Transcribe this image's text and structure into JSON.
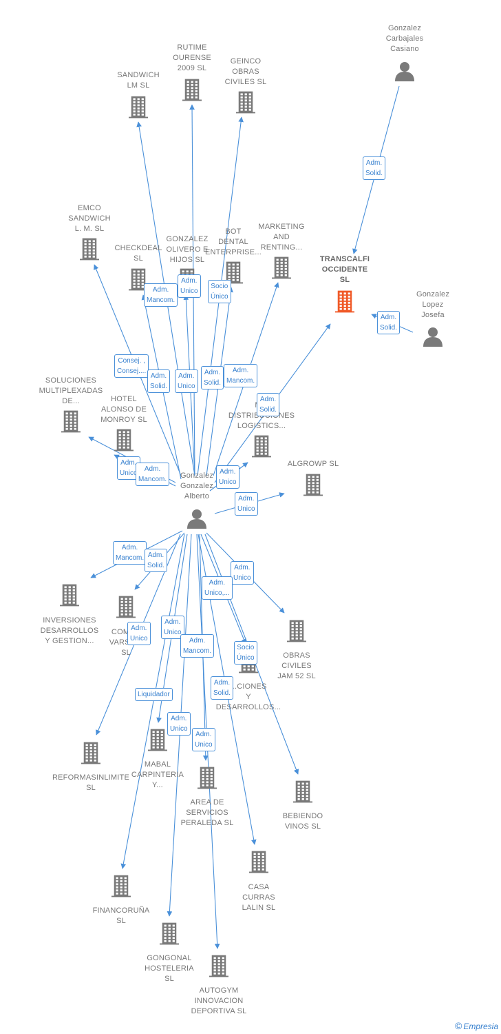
{
  "colors": {
    "edge": "#4a90d9",
    "building": "#7a7a7a",
    "focus_building": "#f05a28",
    "person": "#7a7a7a"
  },
  "central": {
    "name": "Gonzalez\nGonzalez\nAlberto"
  },
  "focus": {
    "name": "TRANSCALFI\nOCCIDENTE\nSL"
  },
  "persons": [
    {
      "name": "Gonzalez\nCarbajales\nCasiano"
    },
    {
      "name": "Gonzalez\nLopez\nJosefa"
    }
  ],
  "companies": [
    {
      "name": "SANDWICH\nLM  SL"
    },
    {
      "name": "RUTIME\nOURENSE\n2009  SL"
    },
    {
      "name": "GEINCO\nOBRAS\nCIVILES SL"
    },
    {
      "name": "EMCO\nSANDWICH\nL. M.  SL"
    },
    {
      "name": "CHECKDEAL\nSL"
    },
    {
      "name": "GONZALEZ\nOLIVERO E\nHIJOS  SL"
    },
    {
      "name": "BOT\nDENTAL\nENTERPRISE..."
    },
    {
      "name": "MARKETING\nAND\nRENTING..."
    },
    {
      "name": "SOLUCIONES\nMULTIPLEXADAS\nDE..."
    },
    {
      "name": "HOTEL\nALONSO DE\nMONROY SL"
    },
    {
      "name": "M...\nDISTRIBUCIONES\nLOGISTICS..."
    },
    {
      "name": "ALGROWP  SL"
    },
    {
      "name": "INVERSIONES\nDESARROLLOS\nY GESTION..."
    },
    {
      "name": "COMP...\nVARSO...\nSL"
    },
    {
      "name": "OBRAS\nCIVILES\nJAM 52 SL"
    },
    {
      "name": "...CIONES\nY\nDESARROLLOS..."
    },
    {
      "name": "REFORMASINLIMITE\nSL"
    },
    {
      "name": "MABAL\nCARPINTERIA\nY..."
    },
    {
      "name": "AREA DE\nSERVICIOS\nPERALEDA SL"
    },
    {
      "name": "BEBIENDO\nVINOS  SL"
    },
    {
      "name": "CASA\nCURRAS\nLALIN  SL"
    },
    {
      "name": "FINANCORUÑA\nSL"
    },
    {
      "name": "GONGONAL\nHOSTELERIA\nSL"
    },
    {
      "name": "AUTOGYM\nINNOVACION\nDEPORTIVA  SL"
    }
  ],
  "roles": [
    {
      "label": "Adm.\nSolid."
    },
    {
      "label": "Adm.\nSolid."
    },
    {
      "label": "Adm.\nMancom."
    },
    {
      "label": "Adm.\nUnico"
    },
    {
      "label": "Socio\nÚnico"
    },
    {
      "label": "Consej. ,\nConsej...."
    },
    {
      "label": "Adm.\nSolid."
    },
    {
      "label": "Adm.\nUnico"
    },
    {
      "label": "Adm.\nSolid."
    },
    {
      "label": "Adm.\nMancom."
    },
    {
      "label": "Adm.\nSolid."
    },
    {
      "label": "Adm.\nUnico"
    },
    {
      "label": "Adm.\nMancom."
    },
    {
      "label": "Adm.\nUnico"
    },
    {
      "label": "Adm.\nUnico"
    },
    {
      "label": "Adm.\nMancom."
    },
    {
      "label": "Adm.\nSolid."
    },
    {
      "label": "Adm.\nUnico"
    },
    {
      "label": "Adm.\nUnico,..."
    },
    {
      "label": "Adm.\nUnico"
    },
    {
      "label": "Adm.\nUnico"
    },
    {
      "label": "Adm.\nMancom."
    },
    {
      "label": "Socio\nÚnico"
    },
    {
      "label": "Liquidador"
    },
    {
      "label": "Adm.\nSolid."
    },
    {
      "label": "Adm.\nUnico"
    },
    {
      "label": "Adm.\nUnico"
    }
  ],
  "brand": {
    "copyright": "©",
    "name": "Empresia"
  }
}
